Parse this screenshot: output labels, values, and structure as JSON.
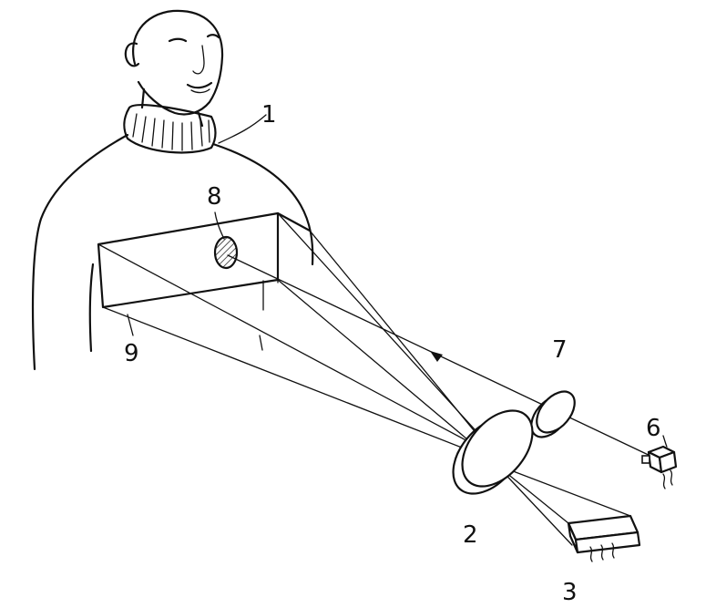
{
  "figure": {
    "labels": {
      "person": "1",
      "mirror": "2",
      "source": "3",
      "camera": "6",
      "lens": "7",
      "spot": "8",
      "field": "9"
    },
    "ink_color": "#111111",
    "paper_color": "#ffffff"
  }
}
